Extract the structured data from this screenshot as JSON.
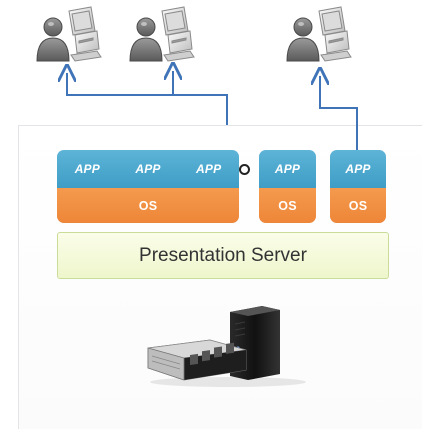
{
  "vm_group_large": {
    "apps": [
      "APP",
      "APP",
      "APP"
    ],
    "os": "OS"
  },
  "vm_single_1": {
    "app": "APP",
    "os": "OS"
  },
  "vm_single_2": {
    "app": "APP",
    "os": "OS"
  },
  "presentation_server": "Presentation Server",
  "colors": {
    "app_blue": "#4aa6cf",
    "os_orange": "#f08c3f",
    "connector_blue": "#3f74b8",
    "server_box_green": "#eef6cc"
  },
  "icons": [
    "user-computer-icon",
    "server-hardware-icon"
  ]
}
